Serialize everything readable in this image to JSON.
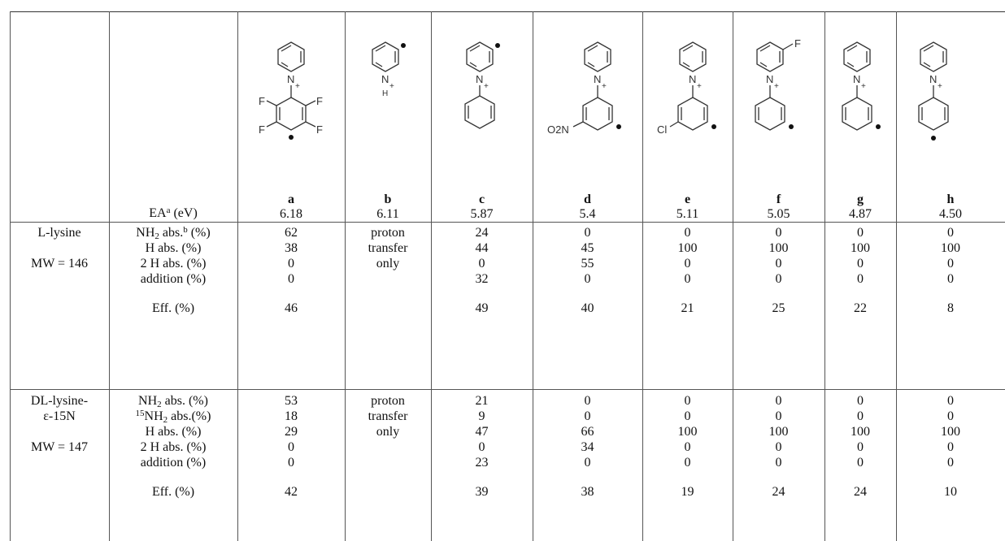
{
  "compounds": [
    {
      "id": "a",
      "ea": "6.18"
    },
    {
      "id": "b",
      "ea": "6.11"
    },
    {
      "id": "c",
      "ea": "5.87"
    },
    {
      "id": "d",
      "ea": "5.4"
    },
    {
      "id": "e",
      "ea": "5.11"
    },
    {
      "id": "f",
      "ea": "5.05"
    },
    {
      "id": "g",
      "ea": "4.87"
    },
    {
      "id": "h",
      "ea": "4.50"
    }
  ],
  "ea_label": {
    "pre": "EA",
    "sup": "a",
    "post": " (eV)"
  },
  "atoms": {
    "n_plus": "N+",
    "n": "N",
    "plus": "+",
    "h": "H",
    "f": "F",
    "cl": "Cl",
    "o2n": "O2N"
  },
  "sections": [
    {
      "name": "L-lysine",
      "mw": "MW = 146",
      "row_labels": [
        "NH2 abs.b (%)",
        "H abs. (%)",
        "2 H abs. (%)",
        "addition (%)",
        "Eff. (%)"
      ],
      "b_note": [
        "proton",
        "transfer",
        "only"
      ],
      "values": {
        "a": [
          "62",
          "38",
          "0",
          "0",
          "46"
        ],
        "c": [
          "24",
          "44",
          "0",
          "32",
          "49"
        ],
        "d": [
          "0",
          "45",
          "55",
          "0",
          "40"
        ],
        "e": [
          "0",
          "100",
          "0",
          "0",
          "21"
        ],
        "f": [
          "0",
          "100",
          "0",
          "0",
          "25"
        ],
        "g": [
          "0",
          "100",
          "0",
          "0",
          "22"
        ],
        "h": [
          "0",
          "100",
          "0",
          "0",
          "8"
        ]
      }
    },
    {
      "name": "DL-lysine-",
      "name2": "ε-15N",
      "mw": "MW = 147",
      "row_labels": [
        "NH2 abs. (%)",
        "15NH2 abs.(%)",
        "H abs. (%)",
        "2 H abs. (%)",
        "addition (%)",
        "Eff. (%)"
      ],
      "b_note": [
        "proton",
        "transfer",
        "only"
      ],
      "values": {
        "a": [
          "53",
          "18",
          "29",
          "0",
          "0",
          "42"
        ],
        "c": [
          "21",
          "9",
          "47",
          "0",
          "23",
          "39"
        ],
        "d": [
          "0",
          "0",
          "66",
          "34",
          "0",
          "38"
        ],
        "e": [
          "0",
          "0",
          "100",
          "0",
          "0",
          "19"
        ],
        "f": [
          "0",
          "0",
          "100",
          "0",
          "0",
          "24"
        ],
        "g": [
          "0",
          "0",
          "100",
          "0",
          "0",
          "24"
        ],
        "h": [
          "0",
          "0",
          "100",
          "0",
          "0",
          "10"
        ]
      }
    }
  ]
}
